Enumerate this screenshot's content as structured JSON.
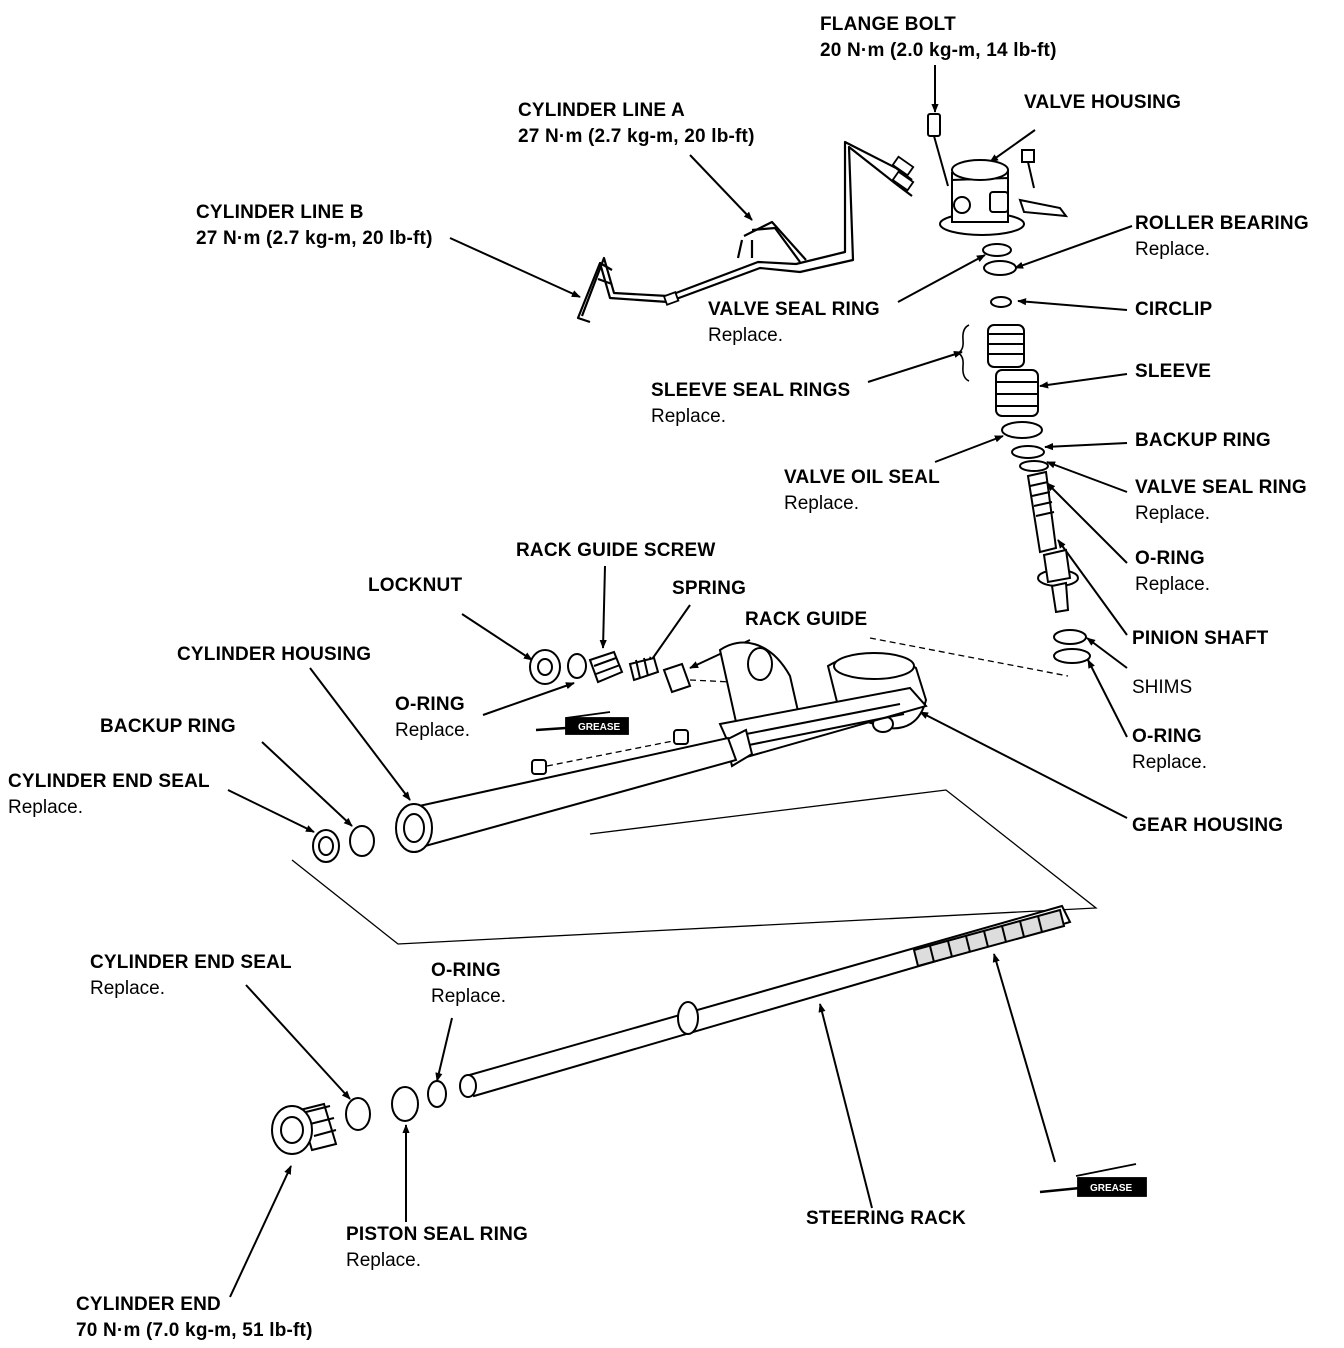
{
  "labels": {
    "flange_bolt": {
      "title": "FLANGE BOLT",
      "sub": "20 N·m (2.0 kg-m, 14 lb-ft)"
    },
    "valve_housing": {
      "title": "VALVE HOUSING"
    },
    "cylinder_line_a": {
      "title": "CYLINDER LINE A",
      "sub": "27 N·m (2.7 kg-m, 20 lb-ft)"
    },
    "cylinder_line_b": {
      "title": "CYLINDER LINE B",
      "sub": "27 N·m (2.7 kg-m, 20 lb-ft)"
    },
    "roller_bearing": {
      "title": "ROLLER BEARING",
      "sub": "Replace."
    },
    "valve_seal_ring_left": {
      "title": "VALVE SEAL RING",
      "sub": "Replace."
    },
    "circlip": {
      "title": "CIRCLIP"
    },
    "sleeve": {
      "title": "SLEEVE"
    },
    "sleeve_seal_rings": {
      "title": "SLEEVE SEAL RINGS",
      "sub": "Replace."
    },
    "backup_ring_top": {
      "title": "BACKUP RING"
    },
    "valve_oil_seal": {
      "title": "VALVE OIL SEAL",
      "sub": "Replace."
    },
    "valve_seal_ring_right": {
      "title": "VALVE SEAL RING",
      "sub": "Replace."
    },
    "o_ring_pinion": {
      "title": "O-RING",
      "sub": "Replace."
    },
    "pinion_shaft": {
      "title": "PINION SHAFT"
    },
    "shims": {
      "title": "SHIMS"
    },
    "o_ring_gear": {
      "title": "O-RING",
      "sub": "Replace."
    },
    "rack_guide_screw": {
      "title": "RACK GUIDE SCREW"
    },
    "locknut": {
      "title": "LOCKNUT"
    },
    "spring": {
      "title": "SPRING"
    },
    "rack_guide": {
      "title": "RACK GUIDE"
    },
    "cylinder_housing": {
      "title": "CYLINDER HOUSING"
    },
    "o_ring_guide": {
      "title": "O-RING",
      "sub": "Replace."
    },
    "backup_ring_cyl": {
      "title": "BACKUP RING"
    },
    "cylinder_end_seal_top": {
      "title": "CYLINDER END SEAL",
      "sub": "Replace."
    },
    "gear_housing": {
      "title": "GEAR HOUSING"
    },
    "cylinder_end_seal_bottom": {
      "title": "CYLINDER END SEAL",
      "sub": "Replace."
    },
    "o_ring_rack": {
      "title": "O-RING",
      "sub": "Replace."
    },
    "piston_seal_ring": {
      "title": "PISTON SEAL RING",
      "sub": "Replace."
    },
    "steering_rack": {
      "title": "STEERING RACK"
    },
    "cylinder_end": {
      "title": "CYLINDER END",
      "sub": "70 N·m (7.0 kg-m, 51 lb-ft)"
    }
  },
  "grease_stamps": {
    "upper": "GREASE",
    "lower": "GREASE"
  },
  "colors": {
    "ink": "#000000",
    "background": "#ffffff"
  }
}
